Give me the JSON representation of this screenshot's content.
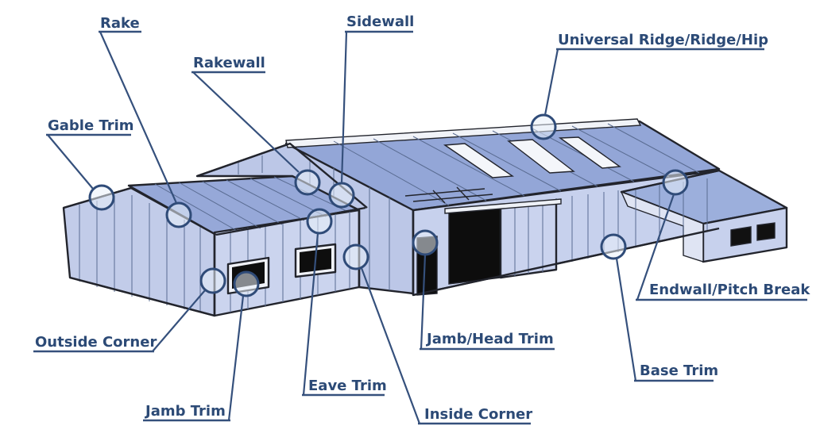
{
  "colors": {
    "label": "#2c4a76",
    "leader": "#35507c",
    "roof": "#96a8d8",
    "wall": "#c6d0ec",
    "wall_shade": "#b3bee0",
    "trim": "#f2f4f8",
    "outline": "#22242c",
    "opening": "#0d0d0d",
    "callout_ring": "#2f4b78"
  },
  "labels": {
    "rake": "Rake",
    "sidewall": "Sidewall",
    "rakewall": "Rakewall",
    "universal_ridge": "Universal Ridge/Ridge/Hip",
    "gable_trim": "Gable Trim",
    "outside_corner": "Outside Corner",
    "endwall_pitch_break": "Endwall/Pitch Break",
    "jamb_head_trim": "Jamb/Head Trim",
    "base_trim": "Base Trim",
    "eave_trim": "Eave Trim",
    "jamb_trim": "Jamb Trim",
    "inside_corner": "Inside Corner"
  },
  "icons": {
    "callout_marker": "circle-marker-icon"
  }
}
